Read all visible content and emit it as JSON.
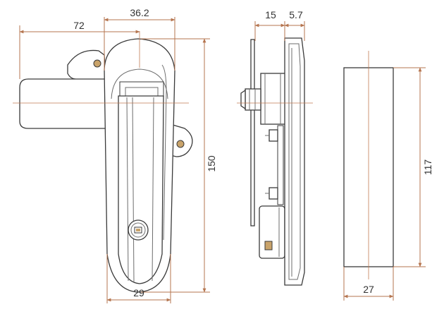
{
  "dimensions": {
    "d72": "72",
    "d36_2": "36.2",
    "d150": "150",
    "d29": "29",
    "d15": "15",
    "d5_7": "5.7",
    "d117": "117",
    "d27": "27"
  },
  "colors": {
    "dimension_line": "#b5754f",
    "outline": "#3a3a3a",
    "text": "#333333"
  }
}
